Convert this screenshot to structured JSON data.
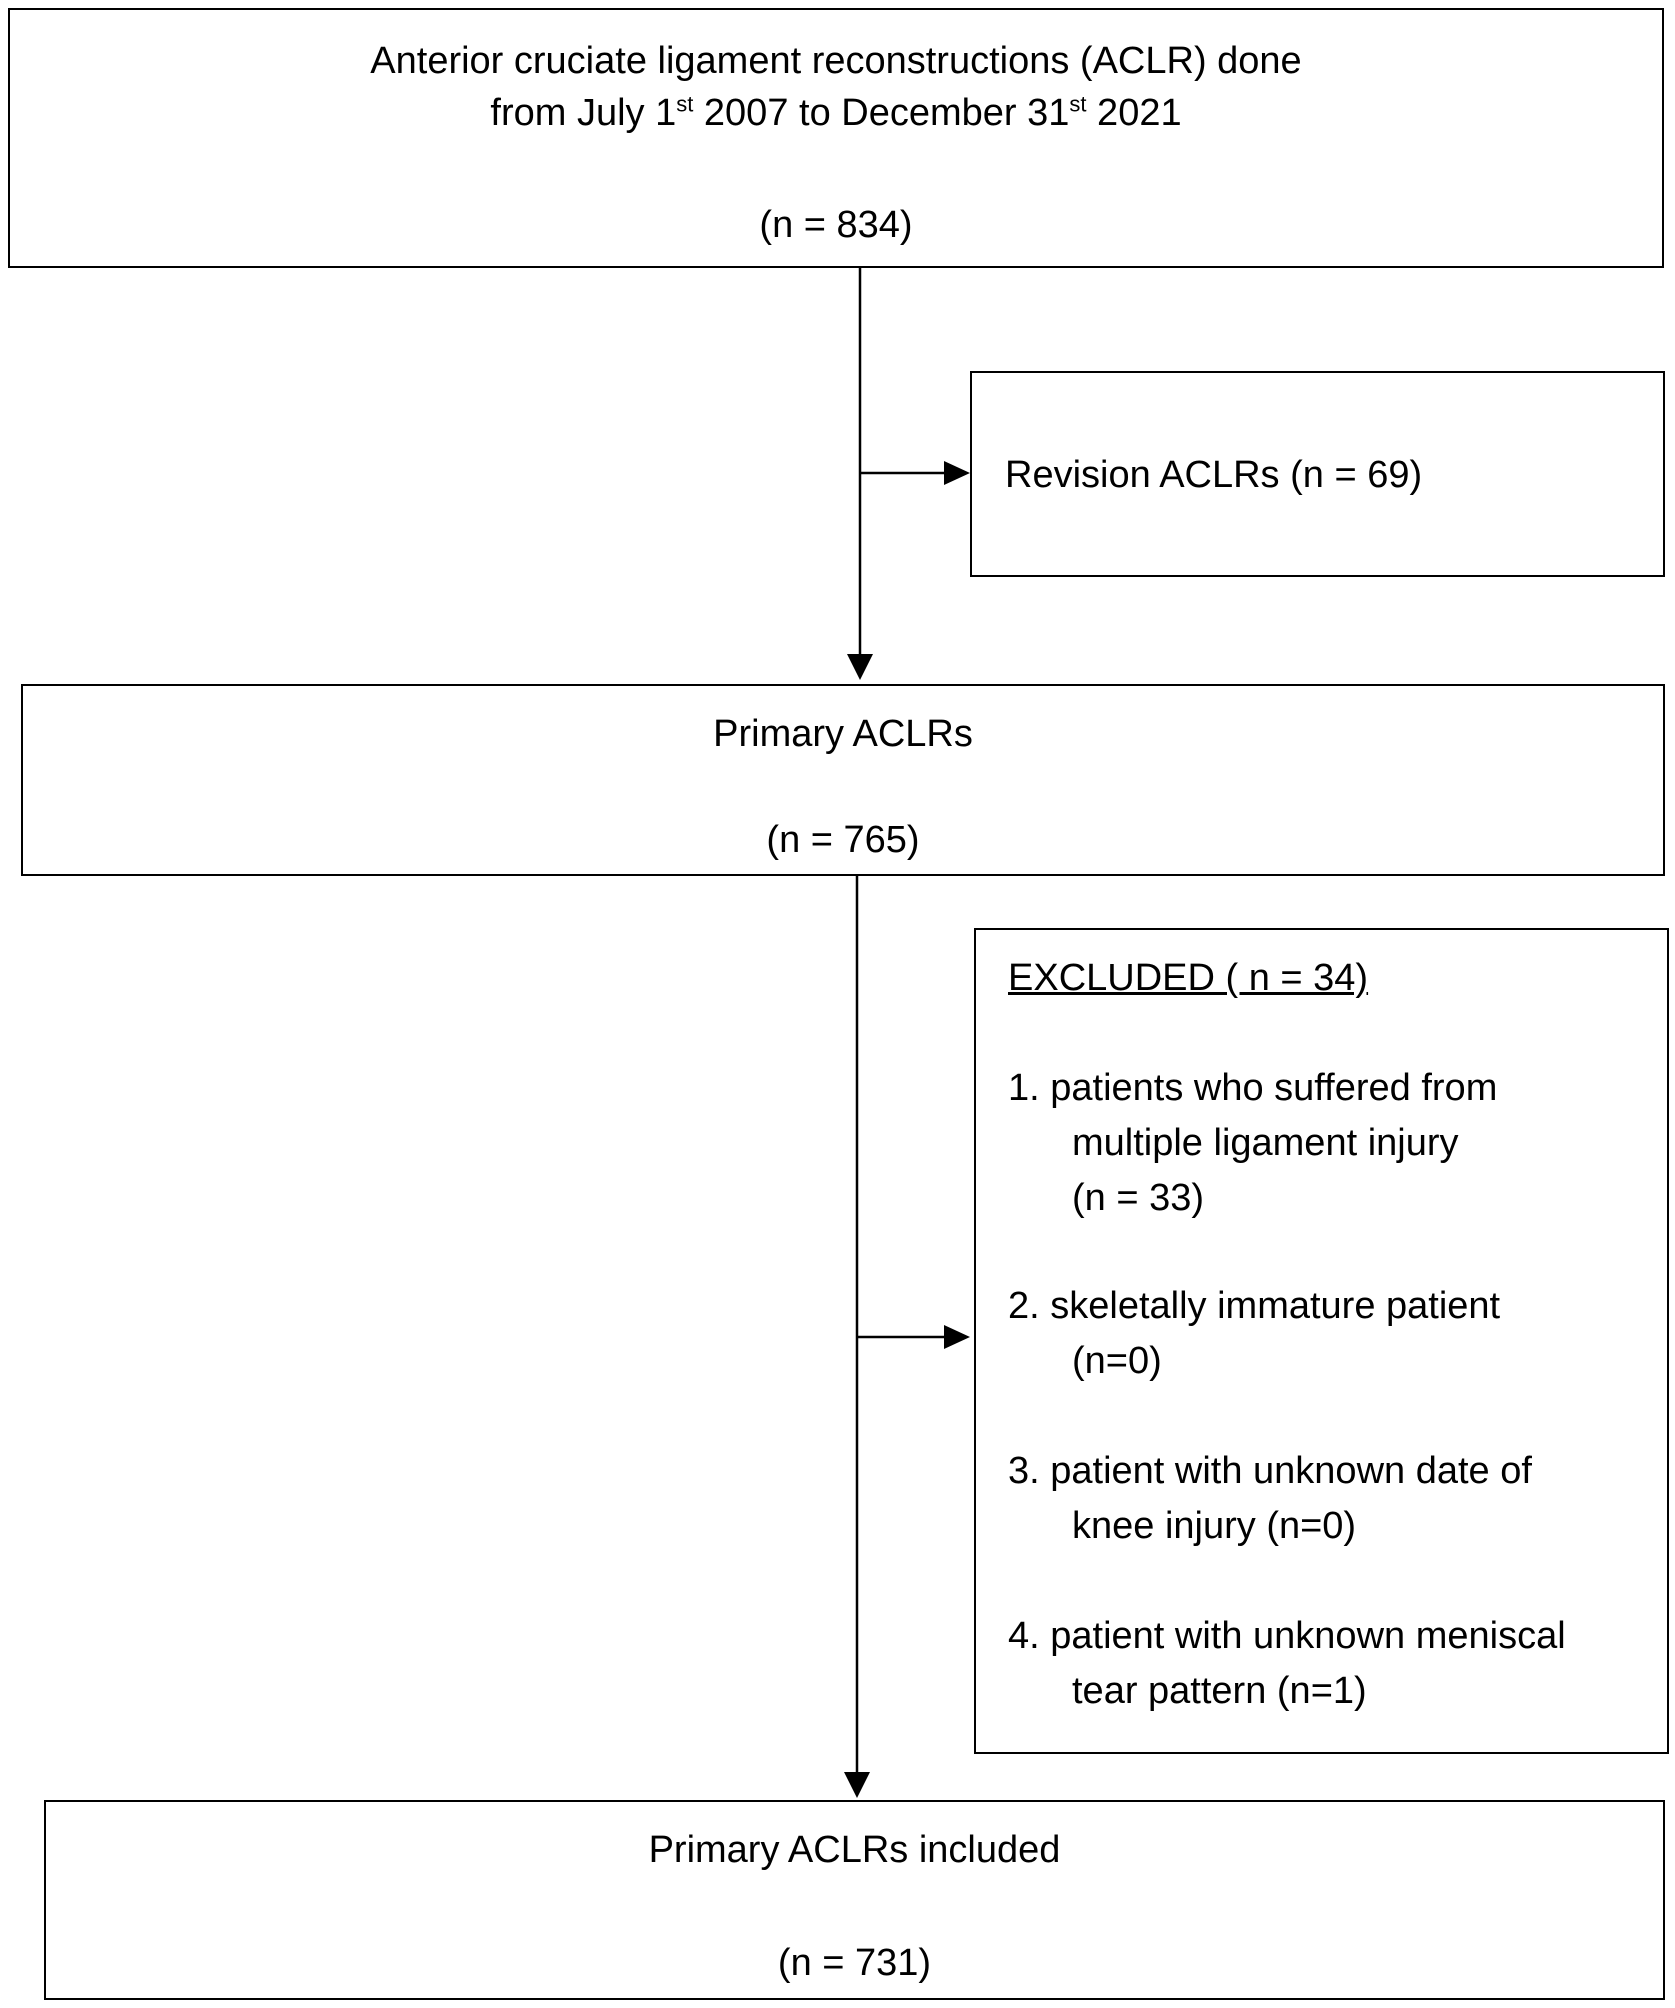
{
  "boxes": {
    "total": {
      "title_line1": "Anterior cruciate ligament reconstructions (ACLR) done",
      "title_line2_pre": "from July 1",
      "title_line2_sup1": "st",
      "title_line2_mid": " 2007 to December 31",
      "title_line2_sup2": "st",
      "title_line2_post": " 2021",
      "count": "(n = 834)"
    },
    "revision": {
      "label": "Revision ACLRs (n = 69)"
    },
    "primary": {
      "title": "Primary ACLRs",
      "count": "(n = 765)"
    },
    "excluded": {
      "heading": "EXCLUDED ( n = 34)",
      "item1_line1": "1. patients who suffered from",
      "item1_line2": "multiple ligament injury",
      "item1_line3": "(n = 33)",
      "item2_line1": "2. skeletally immature patient",
      "item2_line2": "(n=0)",
      "item3_line1": "3.  patient with unknown date of",
      "item3_line2": "knee injury (n=0)",
      "item4_line1": "4. patient with unknown meniscal",
      "item4_line2": "tear pattern (n=1)"
    },
    "included": {
      "title": "Primary ACLRs included",
      "count": "(n = 731)"
    }
  }
}
